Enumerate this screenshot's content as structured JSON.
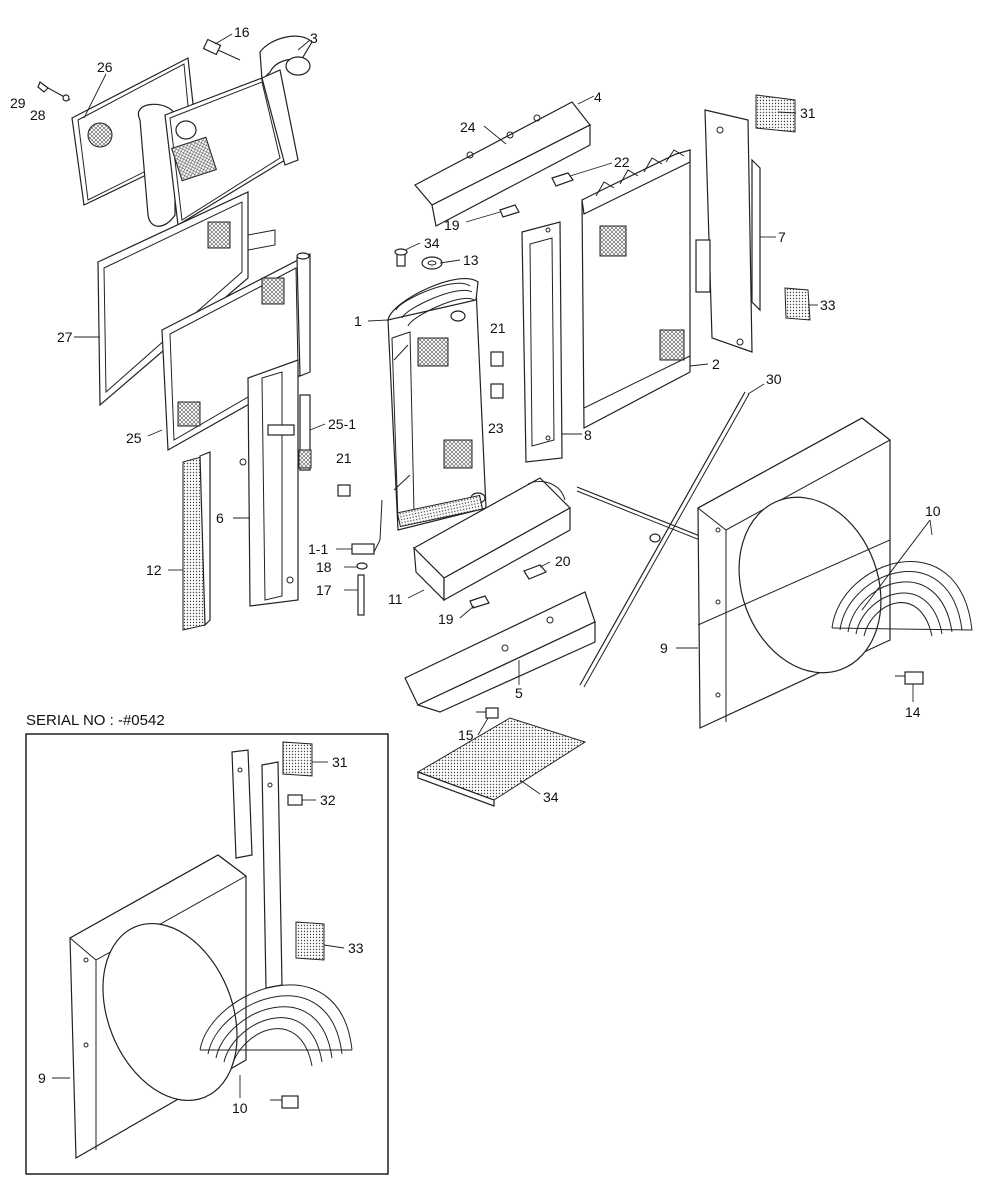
{
  "inset": {
    "title": "SERIAL NO : -#0542"
  },
  "labels": {
    "l1": "1",
    "l1_1": "1-1",
    "l2": "2",
    "l3": "3",
    "l4": "4",
    "l5": "5",
    "l6": "6",
    "l7": "7",
    "l8": "8",
    "l9": "9",
    "l10": "10",
    "l11": "11",
    "l12": "12",
    "l13": "13",
    "l14": "14",
    "l15": "15",
    "l16": "16",
    "l17": "17",
    "l18": "18",
    "l19a": "19",
    "l19b": "19",
    "l20": "20",
    "l21a": "21",
    "l21b": "21",
    "l22": "22",
    "l23": "23",
    "l24": "24",
    "l25": "25",
    "l25_1": "25-1",
    "l26": "26",
    "l27": "27",
    "l28": "28",
    "l29": "29",
    "l30": "30",
    "l31": "31",
    "l33": "33",
    "l34a": "34",
    "l34b": "34",
    "i9": "9",
    "i10": "10",
    "i31": "31",
    "i32": "32",
    "i33": "33"
  }
}
